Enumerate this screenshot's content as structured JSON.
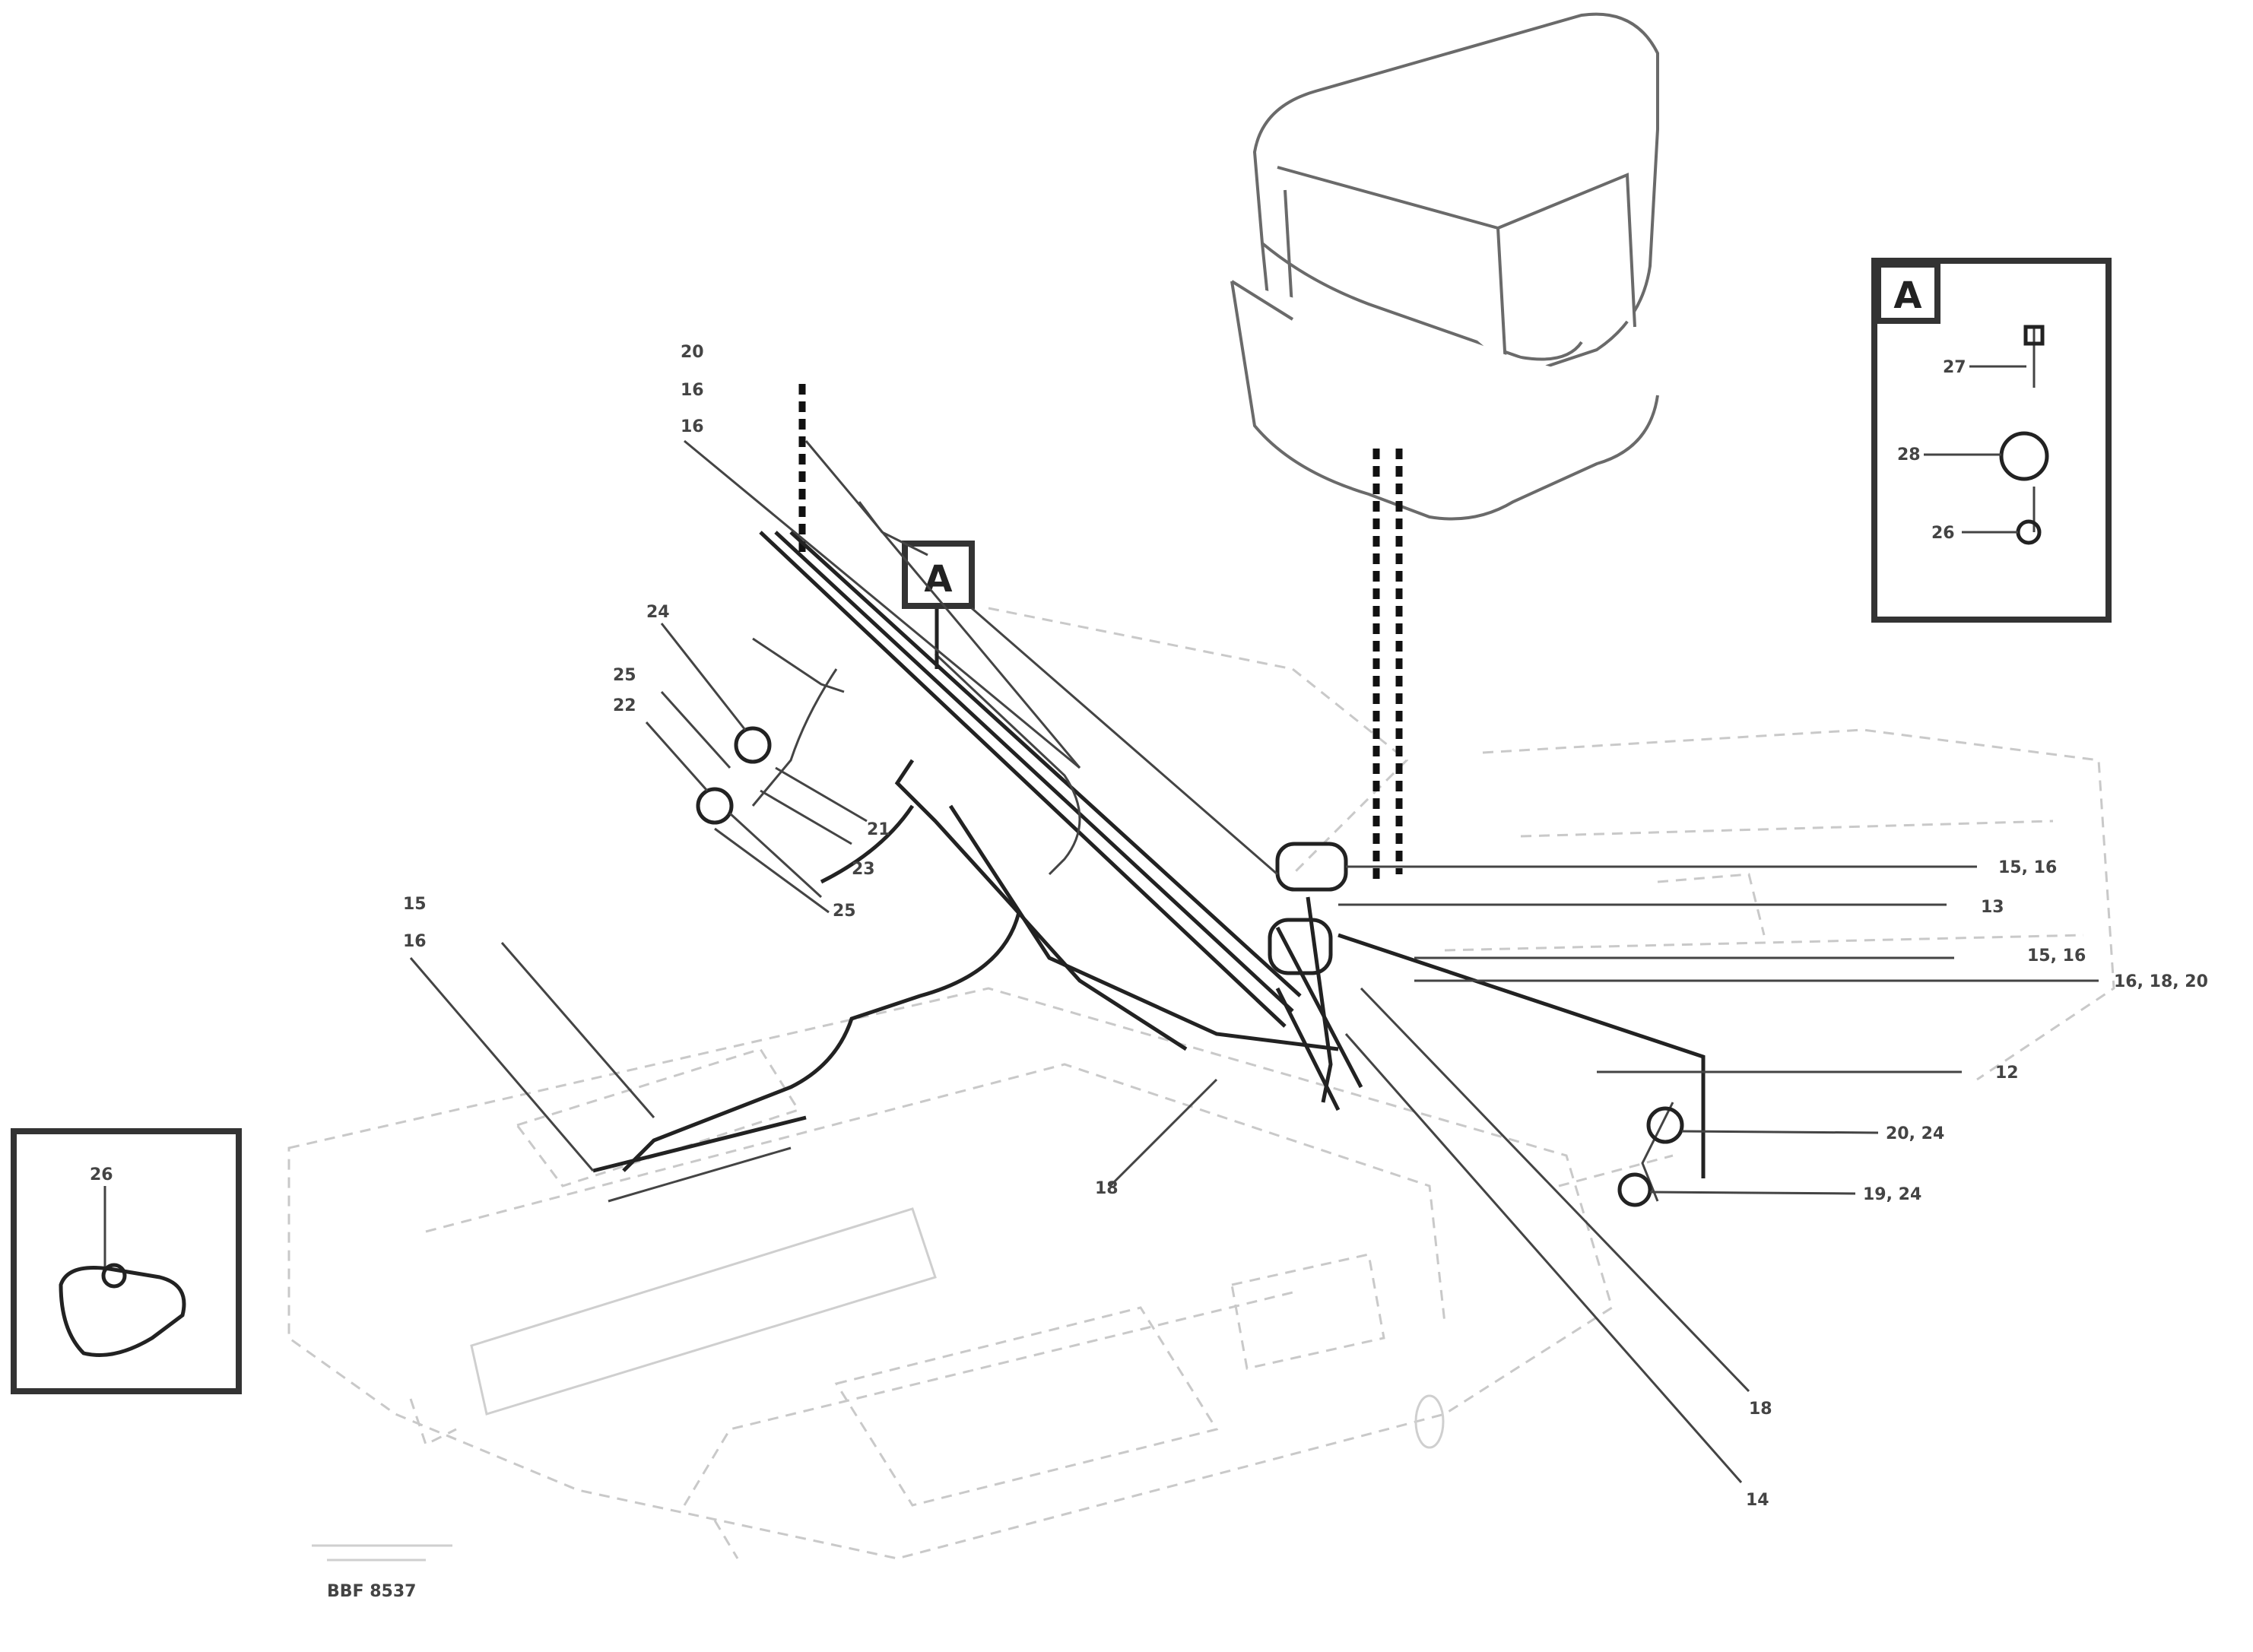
{
  "callouts": {
    "detail_label": "A",
    "top_left_stack": [
      "20",
      "16",
      "16"
    ],
    "connector_right_1": "15, 16",
    "connector_right_2": "13",
    "connector_right_3": "15, 16",
    "connector_right_4": "16, 18, 20",
    "connector_right_5": "12",
    "connector_right_6": "20, 24",
    "connector_right_7": "19, 24",
    "bottom_right_1": "18",
    "bottom_right_2": "14",
    "inset_a_1": "27",
    "inset_a_2": "28",
    "inset_a_3": "26",
    "inset_left": "26",
    "left_a": "15",
    "left_b": "16",
    "center_left": "18",
    "clip_1": "24",
    "clip_2": "25",
    "clip_3": "22",
    "clip_4": "21",
    "clip_5": "23",
    "clip_6": "25",
    "clip_7": "20"
  },
  "footer": {
    "reference_code": "BBF 8537"
  }
}
